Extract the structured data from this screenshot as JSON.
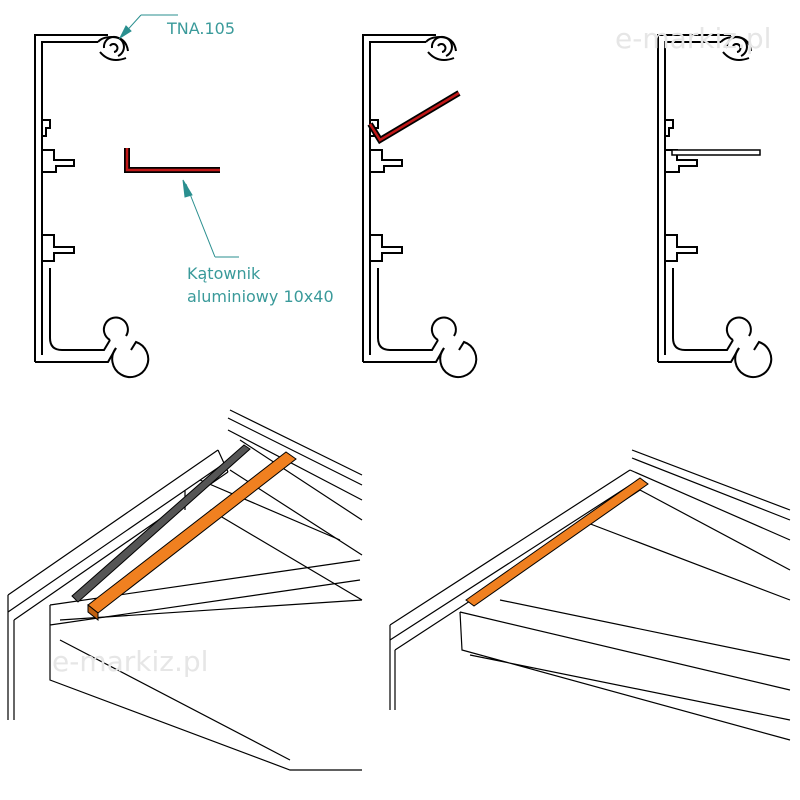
{
  "labels": {
    "profile": "TNA.105",
    "angle_line1": "Kątownik",
    "angle_line2": "aluminiowy 10x40"
  },
  "watermarks": [
    "e-markiz.pl",
    "e-markiz.pl"
  ],
  "colors": {
    "annotation": "#2a8f8f",
    "angle_section": "#c01818",
    "angle_bar": "#f08020",
    "line": "#000000"
  }
}
